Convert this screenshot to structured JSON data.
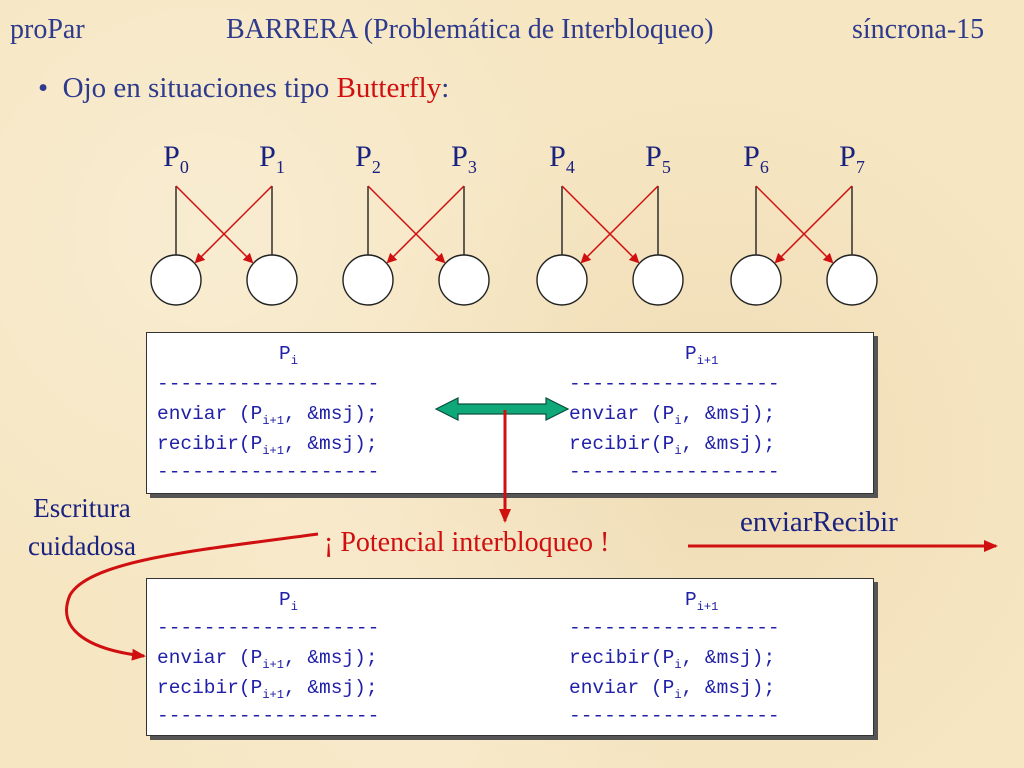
{
  "header": {
    "left": "proPar",
    "title": "BARRERA (Problemática de Interbloqueo)",
    "right": "síncrona-15"
  },
  "bullet": {
    "marker": "•",
    "text": "Ojo en situaciones tipo ",
    "highlight": "Butterfly",
    "suffix": ":"
  },
  "processes": [
    {
      "base": "P",
      "sub": "0"
    },
    {
      "base": "P",
      "sub": "1"
    },
    {
      "base": "P",
      "sub": "2"
    },
    {
      "base": "P",
      "sub": "3"
    },
    {
      "base": "P",
      "sub": "4"
    },
    {
      "base": "P",
      "sub": "5"
    },
    {
      "base": "P",
      "sub": "6"
    },
    {
      "base": "P",
      "sub": "7"
    }
  ],
  "code1": {
    "head_left": "P",
    "head_left_sub": "i",
    "head_right": "P",
    "head_right_sub": "i+1",
    "dash_left": "-------------------",
    "dash_right": "------------------",
    "l1_a": "enviar (P",
    "l1_a_sub": "i+1",
    "l1_a_end": ", &msj);",
    "l2_a": "recibir(P",
    "l2_a_sub": "i+1",
    "l2_a_end": ", &msj);",
    "l1_b": "enviar (P",
    "l1_b_sub": "i",
    "l1_b_end": ", &msj);",
    "l2_b": "recibir(P",
    "l2_b_sub": "i",
    "l2_b_end": ", &msj);"
  },
  "code2": {
    "head_left": "P",
    "head_left_sub": "i",
    "head_right": "P",
    "head_right_sub": "i+1",
    "dash_left": "-------------------",
    "dash_right": "------------------",
    "l1_a": "enviar (P",
    "l1_a_sub": "i+1",
    "l1_a_end": ", &msj);",
    "l2_a": "recibir(P",
    "l2_a_sub": "i+1",
    "l2_a_end": ", &msj);",
    "l1_b": "recibir(P",
    "l1_b_sub": "i",
    "l1_b_end": ", &msj);",
    "l2_b": "enviar (P",
    "l2_b_sub": "i",
    "l2_b_end": ", &msj);"
  },
  "labels": {
    "escritura_1": "Escritura",
    "escritura_2": "cuidadosa",
    "potencial": "¡ Potencial interbloqueo !",
    "enviar_recibir": "enviarRecibir"
  },
  "colors": {
    "text_blue": "#1a2280",
    "code_blue": "#2020a8",
    "arrow_red": "#d01010",
    "double_arrow_green": "#0fa878",
    "background": "#f6e6c2"
  }
}
